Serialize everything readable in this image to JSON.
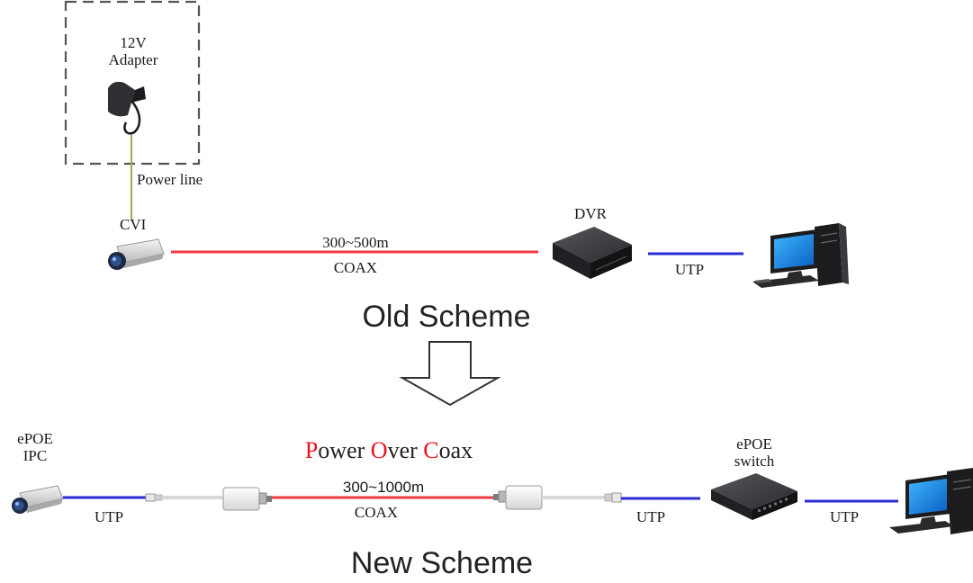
{
  "old_scheme": {
    "adapter_label_line1": "12V",
    "adapter_label_line2": "Adapter",
    "power_line_label": "Power line",
    "camera_label": "CVI",
    "coax_distance": "300~500m",
    "coax_label": "COAX",
    "dvr_label": "DVR",
    "utp_label": "UTP",
    "title": "Old Scheme"
  },
  "new_scheme": {
    "ipc_label_line1": "ePOE",
    "ipc_label_line2": "IPC",
    "utp_left_label": "UTP",
    "poc_word1_initial": "P",
    "poc_word1_rest": "ower ",
    "poc_word2_initial": "O",
    "poc_word2_rest": "ver ",
    "poc_word3_initial": "C",
    "poc_word3_rest": "oax",
    "coax_distance": "300~1000m",
    "coax_label": "COAX",
    "utp_mid_label": "UTP",
    "switch_label_line1": "ePOE",
    "switch_label_line2": "switch",
    "utp_right_label": "UTP",
    "title": "New Scheme"
  },
  "colors": {
    "coax_line": "#ee3b3f",
    "utp_line": "#2b2bd6",
    "power_line": "#8fb34a",
    "poc_accent": "#e8121c"
  },
  "icons": [
    "power-adapter-icon",
    "camera-icon",
    "dvr-icon",
    "computer-icon",
    "coax-transmitter-icon",
    "coax-receiver-icon",
    "network-switch-icon",
    "arrow-down-icon"
  ]
}
